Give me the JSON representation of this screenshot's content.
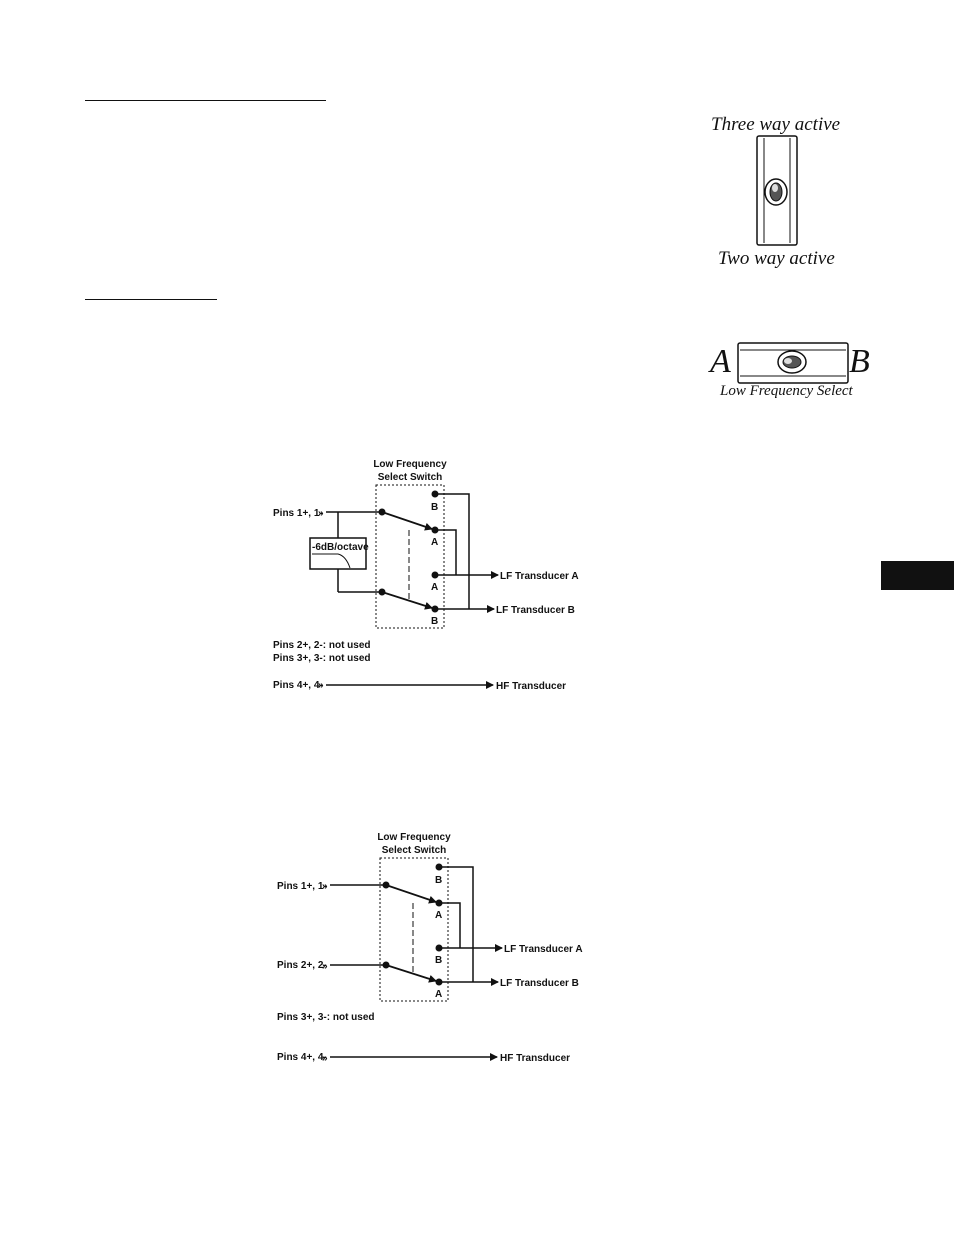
{
  "mode_switch": {
    "top_label": "Three way active",
    "bottom_label": "Two way active"
  },
  "lf_select_switch": {
    "left_label": "A",
    "right_label": "B",
    "caption": "Low Frequency Select"
  },
  "diagram_1": {
    "switch_title_line1": "Low Frequency",
    "switch_title_line2": "Select Switch",
    "input_1": "Pins 1+, 1-",
    "filter": "-6dB/octave",
    "contact_b_top": "B",
    "contact_a_upper": "A",
    "contact_a_lower": "A",
    "contact_b_bottom": "B",
    "output_lf_a": "LF Transducer A",
    "output_lf_b": "LF Transducer B",
    "unused_1": "Pins 2+, 2-: not used",
    "unused_2": "Pins 3+, 3-: not used",
    "input_hf": "Pins 4+, 4-",
    "output_hf": "HF Transducer"
  },
  "diagram_2": {
    "switch_title_line1": "Low Frequency",
    "switch_title_line2": "Select Switch",
    "input_1": "Pins 1+, 1-",
    "input_2": "Pins 2+, 2-",
    "contact_b_top": "B",
    "contact_a_upper": "A",
    "contact_b_lower": "B",
    "contact_a_bottom": "A",
    "output_lf_a": "LF Transducer A",
    "output_lf_b": "LF Transducer B",
    "unused_1": "Pins 3+, 3-: not used",
    "input_hf": "Pins 4+, 4-",
    "output_hf": "HF Transducer"
  }
}
